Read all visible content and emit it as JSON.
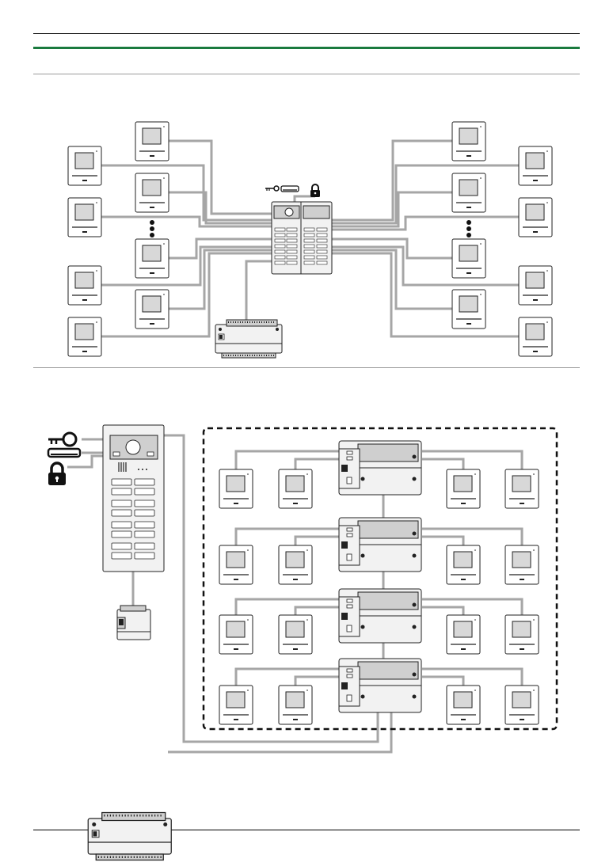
{
  "colors": {
    "header_rule": "#000000",
    "accent_rule": "#1a7a3e",
    "divider": "#9a9a9a",
    "wire": "#a6a6a6",
    "device_fill": "#f2f2f2"
  },
  "icons": [
    "key-icon",
    "card-icon",
    "lock-icon"
  ],
  "system_1": {
    "left_outer_monitors": 4,
    "left_inner_monitors": 4,
    "right_inner_monitors": 4,
    "right_outer_monitors": 4,
    "continuation": "ellipsis-dots"
  },
  "system_2": {
    "distribution_units": 4,
    "monitors_per_unit": 4
  }
}
